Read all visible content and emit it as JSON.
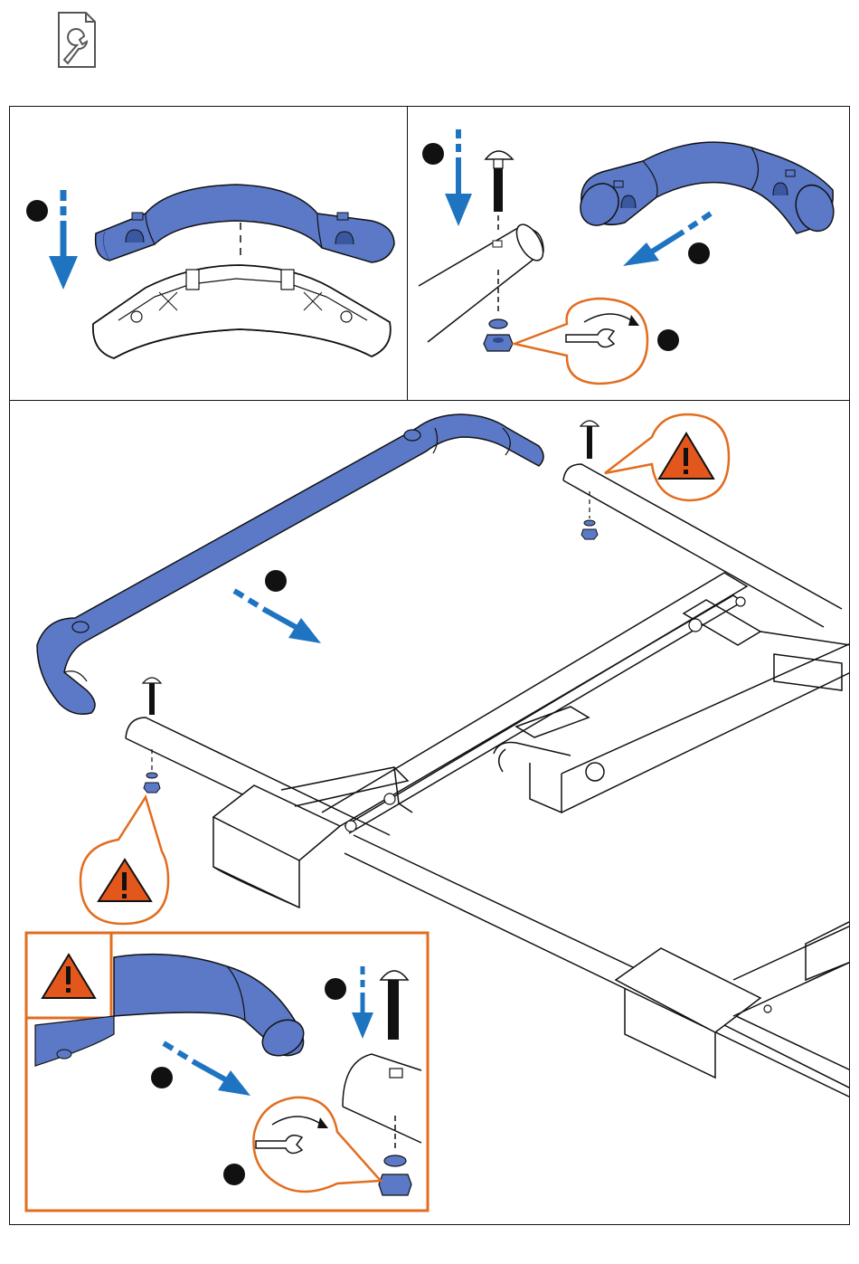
{
  "document": {
    "header_icon": "document-wrench-icon",
    "panels": [
      {
        "id": "panel-a",
        "content": "handle-cover-assembly-step"
      },
      {
        "id": "panel-b",
        "content": "bolt-and-corner-fit-step"
      },
      {
        "id": "panel-c",
        "content": "frame-handle-attachment-overview"
      }
    ],
    "icons": [
      "step-dot-icon",
      "down-arrow-icon",
      "diagonal-arrow-icon",
      "wrench-icon",
      "rotate-arrow-icon",
      "warning-icon",
      "carriage-bolt-icon",
      "washer-icon",
      "nut-icon"
    ]
  },
  "colors": {
    "part_blue": "#5b79c6",
    "part_blue_dark": "#2f4a8f",
    "arrow_blue": "#1f74c2",
    "callout_orange": "#e26d1f",
    "warning_orange": "#e3571d",
    "line": "#111111"
  }
}
